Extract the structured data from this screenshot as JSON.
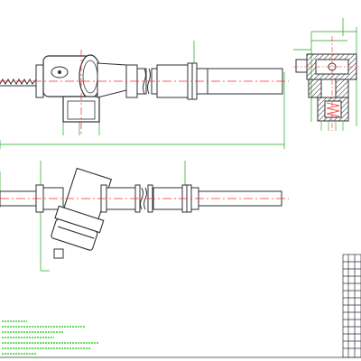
{
  "drawing": {
    "line_color": "#2f3136",
    "center_line_color": "#ff2a2a",
    "dimension_color": "#1aa81a",
    "note_color": "#35d12a",
    "hatch_color": "#1f1f1f",
    "background": "#ffffff"
  },
  "views": [
    {
      "name": "front-view"
    },
    {
      "name": "top-view"
    },
    {
      "name": "section-view"
    }
  ]
}
